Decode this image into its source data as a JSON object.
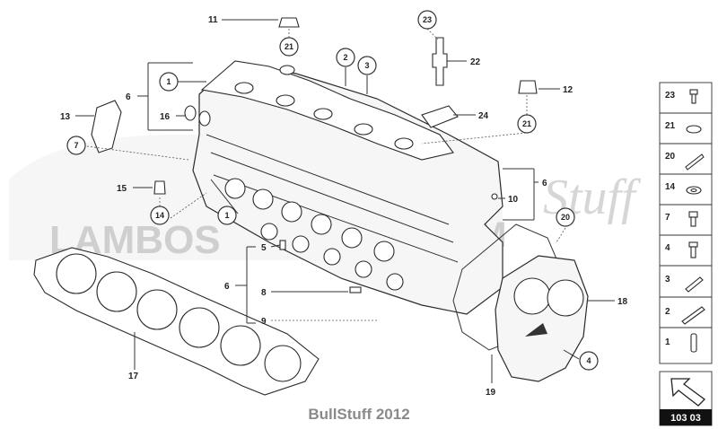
{
  "watermark": {
    "brand": "LAMBOS",
    "suffix": "OM",
    "script": "Stuff"
  },
  "footer": {
    "credit": "BullStuff 2012"
  },
  "diagram_number": "103 03",
  "callouts": [
    {
      "id": "c11",
      "label": "11",
      "kind": "plain"
    },
    {
      "id": "c21a",
      "label": "21",
      "kind": "circle"
    },
    {
      "id": "c23",
      "label": "23",
      "kind": "circle"
    },
    {
      "id": "c22",
      "label": "22",
      "kind": "plain"
    },
    {
      "id": "c12",
      "label": "12",
      "kind": "plain"
    },
    {
      "id": "c21b",
      "label": "21",
      "kind": "circle"
    },
    {
      "id": "c24",
      "label": "24",
      "kind": "plain"
    },
    {
      "id": "c1a",
      "label": "1",
      "kind": "circle"
    },
    {
      "id": "c2",
      "label": "2",
      "kind": "circle"
    },
    {
      "id": "c3",
      "label": "3",
      "kind": "circle"
    },
    {
      "id": "c6a",
      "label": "6",
      "kind": "plain"
    },
    {
      "id": "c13",
      "label": "13",
      "kind": "plain"
    },
    {
      "id": "c16",
      "label": "16",
      "kind": "plain"
    },
    {
      "id": "c7",
      "label": "7",
      "kind": "circle"
    },
    {
      "id": "c15",
      "label": "15",
      "kind": "plain"
    },
    {
      "id": "c14",
      "label": "14",
      "kind": "circle"
    },
    {
      "id": "c1b",
      "label": "1",
      "kind": "circle"
    },
    {
      "id": "c6b",
      "label": "6",
      "kind": "plain"
    },
    {
      "id": "c10",
      "label": "10",
      "kind": "plain"
    },
    {
      "id": "c20",
      "label": "20",
      "kind": "circle"
    },
    {
      "id": "c5",
      "label": "5",
      "kind": "plain"
    },
    {
      "id": "c6c",
      "label": "6",
      "kind": "plain"
    },
    {
      "id": "c8",
      "label": "8",
      "kind": "plain"
    },
    {
      "id": "c9",
      "label": "9",
      "kind": "plain"
    },
    {
      "id": "c18",
      "label": "18",
      "kind": "plain"
    },
    {
      "id": "c4",
      "label": "4",
      "kind": "circle"
    },
    {
      "id": "c19",
      "label": "19",
      "kind": "plain"
    },
    {
      "id": "c17",
      "label": "17",
      "kind": "plain"
    }
  ],
  "legend": [
    {
      "label": "23",
      "icon": "bolt-hex-icon"
    },
    {
      "label": "21",
      "icon": "washer-ring-icon"
    },
    {
      "label": "20",
      "icon": "long-bolt-icon"
    },
    {
      "label": "14",
      "icon": "flat-washer-icon"
    },
    {
      "label": "7",
      "icon": "cap-screw-icon"
    },
    {
      "label": "4",
      "icon": "hex-bolt-icon"
    },
    {
      "label": "3",
      "icon": "stud-bolt-icon"
    },
    {
      "label": "2",
      "icon": "long-screw-icon"
    },
    {
      "label": "1",
      "icon": "dowel-pin-icon"
    }
  ]
}
